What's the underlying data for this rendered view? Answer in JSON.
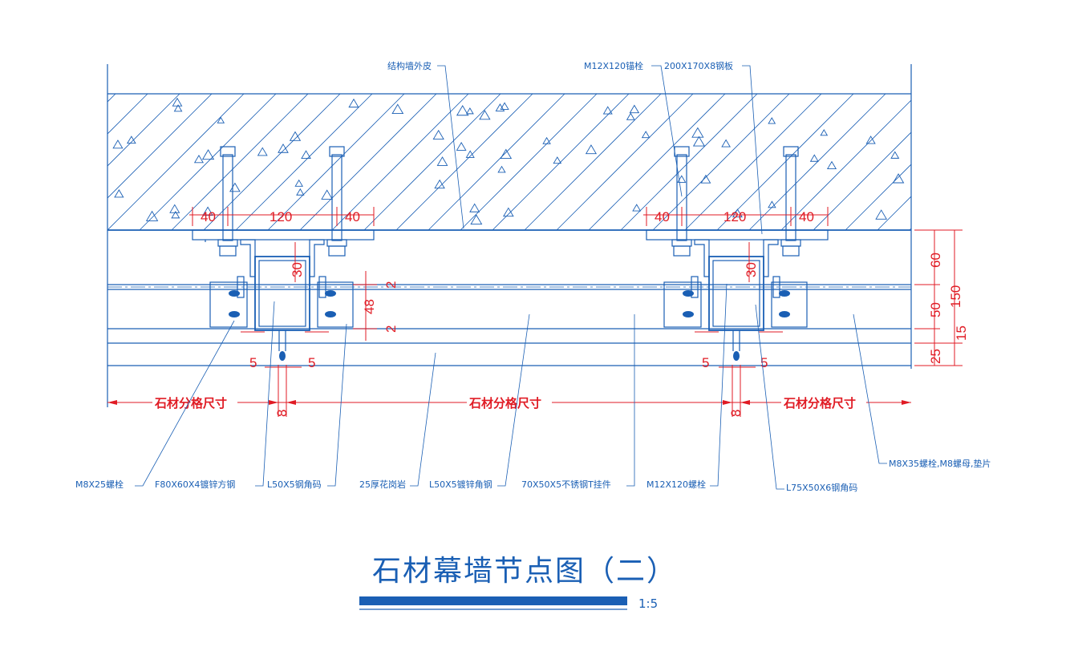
{
  "labels": {
    "wall_skin": "结构墙外皮",
    "anchor_bolt": "M12X120锚栓",
    "steel_plate": "200X170X8钢板",
    "m8x25": "M8X25螺栓",
    "square_tube": "F80X60X4镀锌方钢",
    "angle_l50": "L50X5钢角码",
    "granite": "25厚花岗岩",
    "angle_l50_galv": "L50X5镀锌角钢",
    "t_hanger": "70X50X5不锈钢T挂件",
    "m12x120": "M12X120螺栓",
    "l75": "L75X50X6钢角码",
    "m8x35": "M8X35螺栓,M8螺母,垫片"
  },
  "dims": {
    "d40": "40",
    "d120": "120",
    "d30": "30",
    "d48": "48",
    "d2": "2",
    "d5": "5",
    "d8": "8",
    "d60": "60",
    "d50": "50",
    "d150": "150",
    "d25": "25",
    "d15": "15"
  },
  "span_label": "石材分格尺寸",
  "title": "石材幕墙节点图（二）",
  "scale": "1:5",
  "colors": {
    "line": "#1a5fb4",
    "dimension": "#e01b24"
  }
}
